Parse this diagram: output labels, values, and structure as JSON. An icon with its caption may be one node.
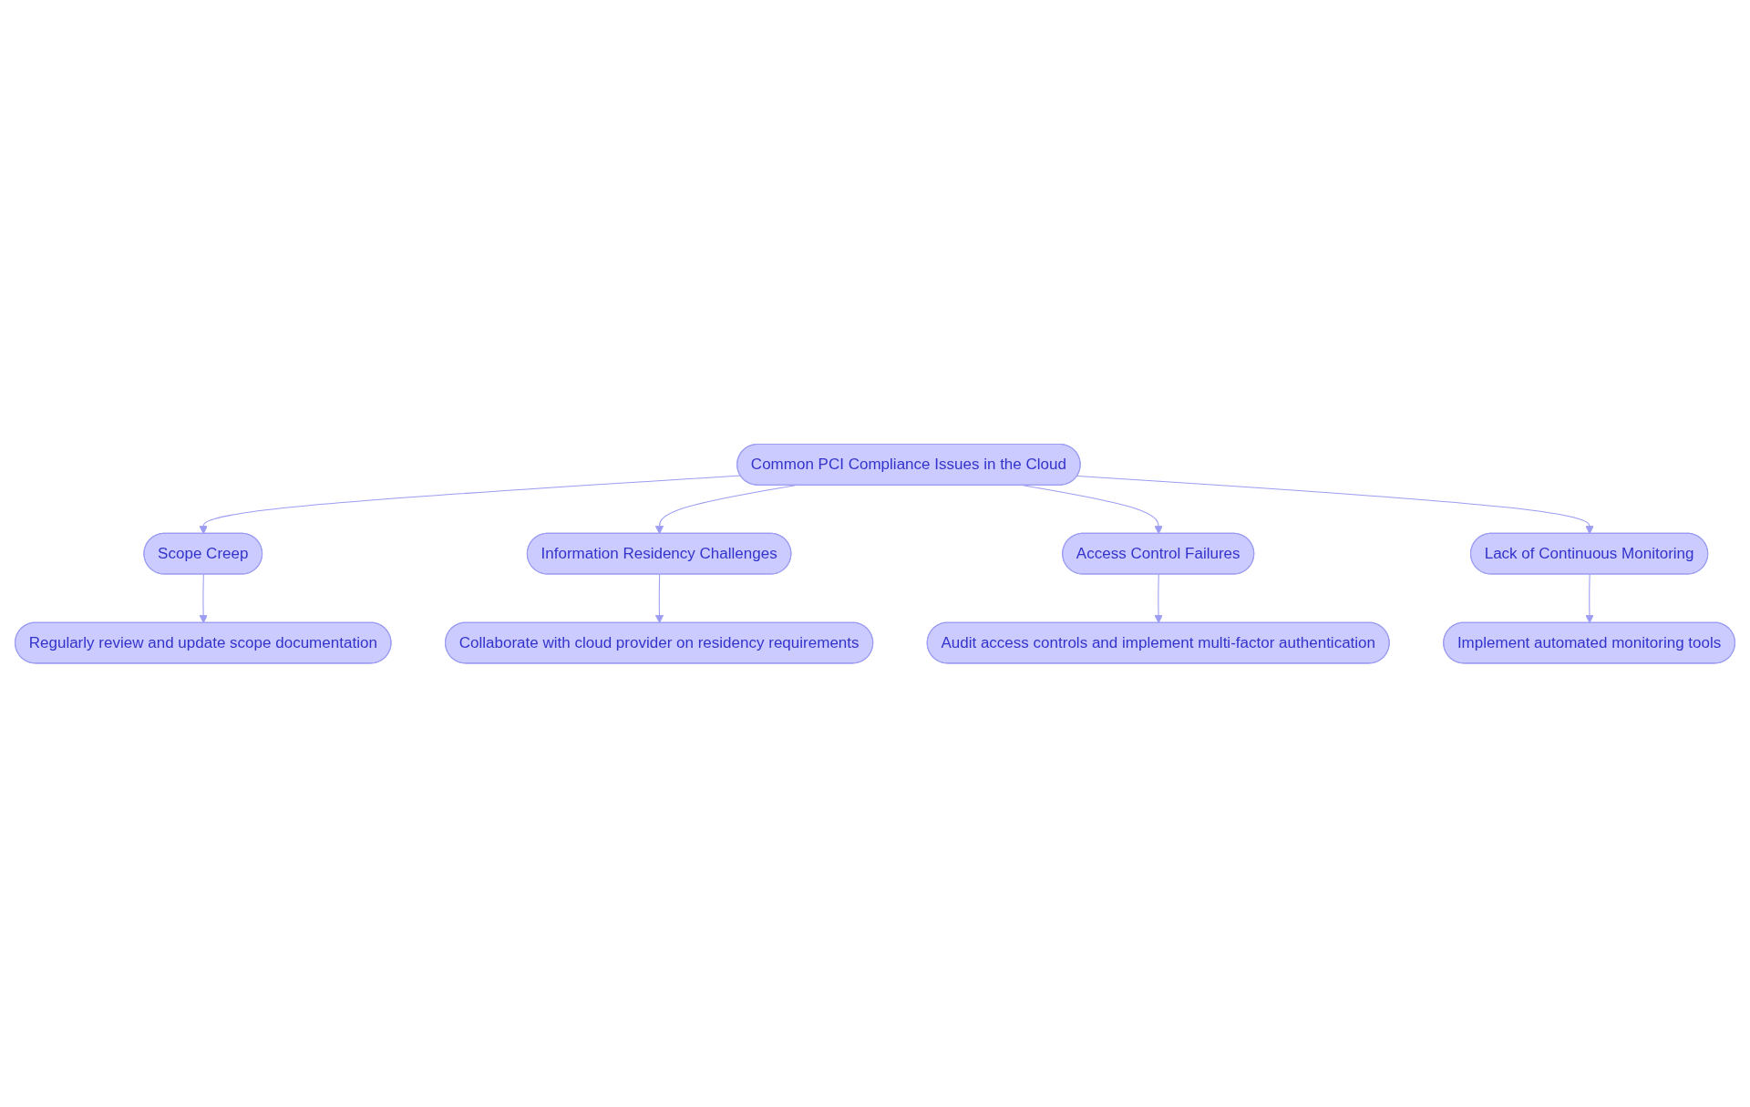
{
  "diagram": {
    "nodes": [
      {
        "text": [
          "Common PCI Compliance Issues in the Cloud"
        ]
      },
      {
        "text": [
          "Scope Creep"
        ]
      },
      {
        "text": [
          "Information Residency Challenges"
        ]
      },
      {
        "text": [
          "Access Control Failures"
        ]
      },
      {
        "text": [
          "Lack of Continuous Monitoring"
        ]
      },
      {
        "text": [
          "Regularly review and update scope documentation"
        ]
      },
      {
        "text": [
          "Collaborate with cloud provider on residency requirements"
        ]
      },
      {
        "text": [
          "Audit access controls and implement multi-factor authentication"
        ]
      },
      {
        "text": [
          "Implement automated monitoring tools"
        ]
      }
    ],
    "edges": [
      {
        "from": 0,
        "to": 1,
        "arrow": "to"
      },
      {
        "from": 0,
        "to": 2,
        "arrow": "to"
      },
      {
        "from": 0,
        "to": 3,
        "arrow": "to"
      },
      {
        "from": 0,
        "to": 4,
        "arrow": "to"
      },
      {
        "from": 1,
        "to": 5,
        "arrow": "to"
      },
      {
        "from": 2,
        "to": 6,
        "arrow": "to"
      },
      {
        "from": 3,
        "to": 7,
        "arrow": "to"
      },
      {
        "from": 4,
        "to": 8,
        "arrow": "to"
      }
    ]
  }
}
